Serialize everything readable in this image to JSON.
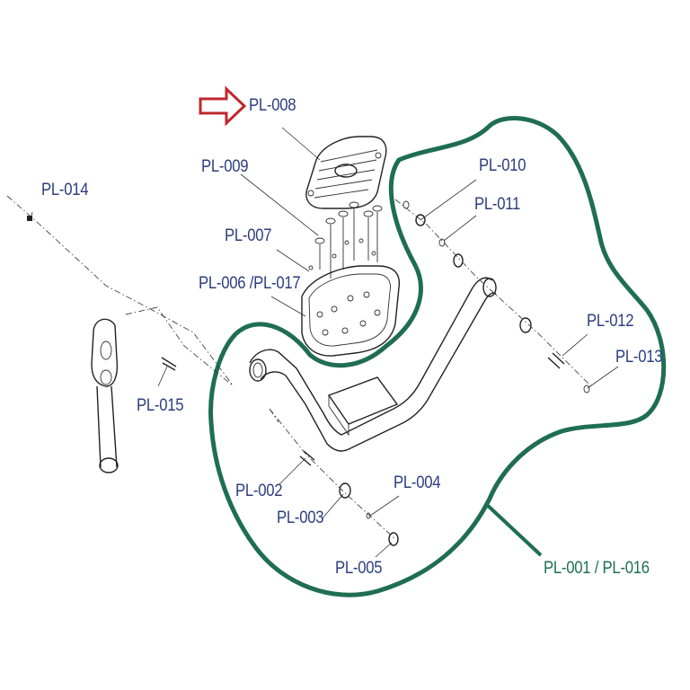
{
  "labels": {
    "pl008": "PL-008",
    "pl009": "PL-009",
    "pl007": "PL-007",
    "pl006_017": "PL-006 /PL-017",
    "pl014": "PL-014",
    "pl015": "PL-015",
    "pl010": "PL-010",
    "pl011": "PL-011",
    "pl012": "PL-012",
    "pl013": "PL-013",
    "pl002": "PL-002",
    "pl003": "PL-003",
    "pl004": "PL-004",
    "pl005": "PL-005",
    "pl001_016": "PL-001 / PL-016"
  },
  "colors": {
    "label": "#2c3e7e",
    "highlight_outline": "#1f6e52",
    "arrow": "#c0272d"
  },
  "icons": {
    "pointer": "right-arrow-outline-icon"
  }
}
